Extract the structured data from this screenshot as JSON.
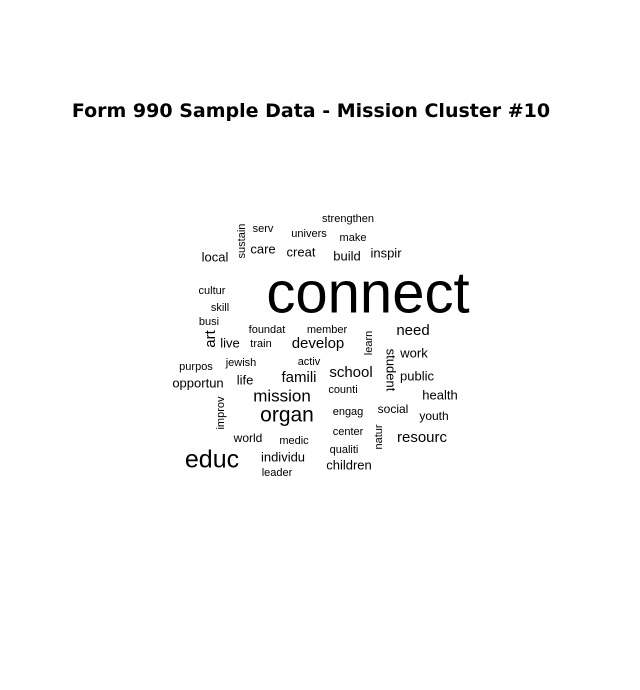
{
  "chart_data": {
    "type": "wordcloud",
    "title": "Form 990 Sample Data - Mission Cluster #10",
    "words": [
      {
        "text": "connect"
      },
      {
        "text": "educ"
      },
      {
        "text": "organ"
      },
      {
        "text": "mission"
      },
      {
        "text": "resourc"
      },
      {
        "text": "famili"
      },
      {
        "text": "school"
      },
      {
        "text": "develop"
      },
      {
        "text": "student"
      },
      {
        "text": "need"
      },
      {
        "text": "children"
      },
      {
        "text": "individu"
      },
      {
        "text": "health"
      },
      {
        "text": "work"
      },
      {
        "text": "public"
      },
      {
        "text": "opportun"
      },
      {
        "text": "care"
      },
      {
        "text": "creat"
      },
      {
        "text": "build"
      },
      {
        "text": "inspir"
      },
      {
        "text": "local"
      },
      {
        "text": "art"
      },
      {
        "text": "live"
      },
      {
        "text": "life"
      },
      {
        "text": "world"
      },
      {
        "text": "social"
      },
      {
        "text": "youth"
      },
      {
        "text": "strengthen"
      },
      {
        "text": "univers"
      },
      {
        "text": "make"
      },
      {
        "text": "serv"
      },
      {
        "text": "sustain"
      },
      {
        "text": "cultur"
      },
      {
        "text": "skill"
      },
      {
        "text": "busi"
      },
      {
        "text": "foundat"
      },
      {
        "text": "member"
      },
      {
        "text": "train"
      },
      {
        "text": "learn"
      },
      {
        "text": "jewish"
      },
      {
        "text": "activ"
      },
      {
        "text": "purpos"
      },
      {
        "text": "counti"
      },
      {
        "text": "improv"
      },
      {
        "text": "engag"
      },
      {
        "text": "center"
      },
      {
        "text": "natur"
      },
      {
        "text": "medic"
      },
      {
        "text": "qualiti"
      },
      {
        "text": "leader"
      }
    ]
  }
}
